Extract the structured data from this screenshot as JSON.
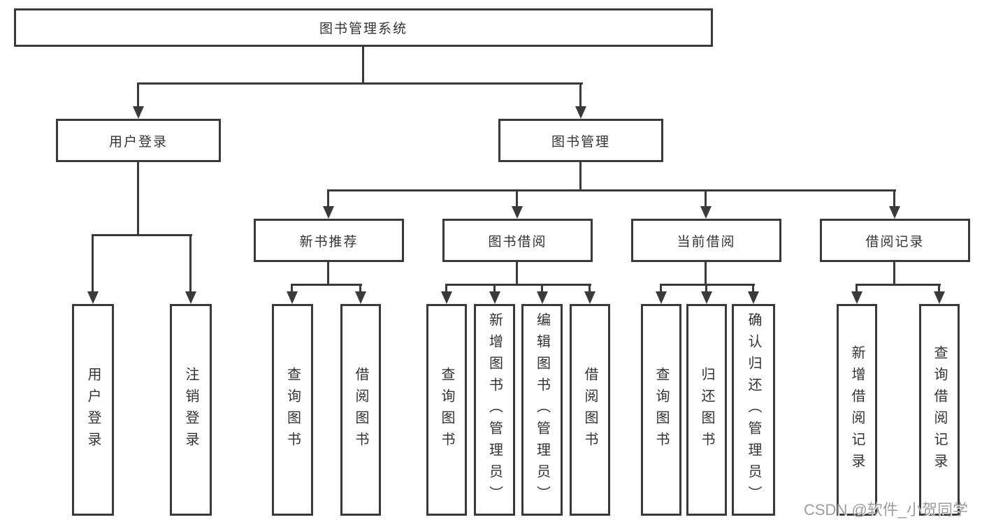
{
  "nodes": {
    "root": "图书管理系统",
    "level2": {
      "user_login": "用户登录",
      "book_mgmt": "图书管理"
    },
    "level3": {
      "new_book": "新书推荐",
      "borrow": "图书借阅",
      "current": "当前借阅",
      "records": "借阅记录"
    },
    "leaves": {
      "user_login": "用户登录",
      "logout": "注销登录",
      "nb_query": "查询图书",
      "nb_borrow": "借阅图书",
      "bb_query": "查询图书",
      "bb_add": "新增图书（管理员）",
      "bb_edit": "编辑图书（管理员）",
      "bb_borrow": "借阅图书",
      "cb_query": "查询图书",
      "cb_return": "归还图书",
      "cb_confirm": "确认归还（管理员）",
      "rec_add": "新增借阅记录",
      "rec_query": "查询借阅记录"
    }
  },
  "watermark": "CSDN @软件_小贺同学",
  "colors": {
    "line": "#3a3a3a",
    "text": "#333333",
    "background": "#ffffff",
    "watermark": "#9c9c9c"
  }
}
